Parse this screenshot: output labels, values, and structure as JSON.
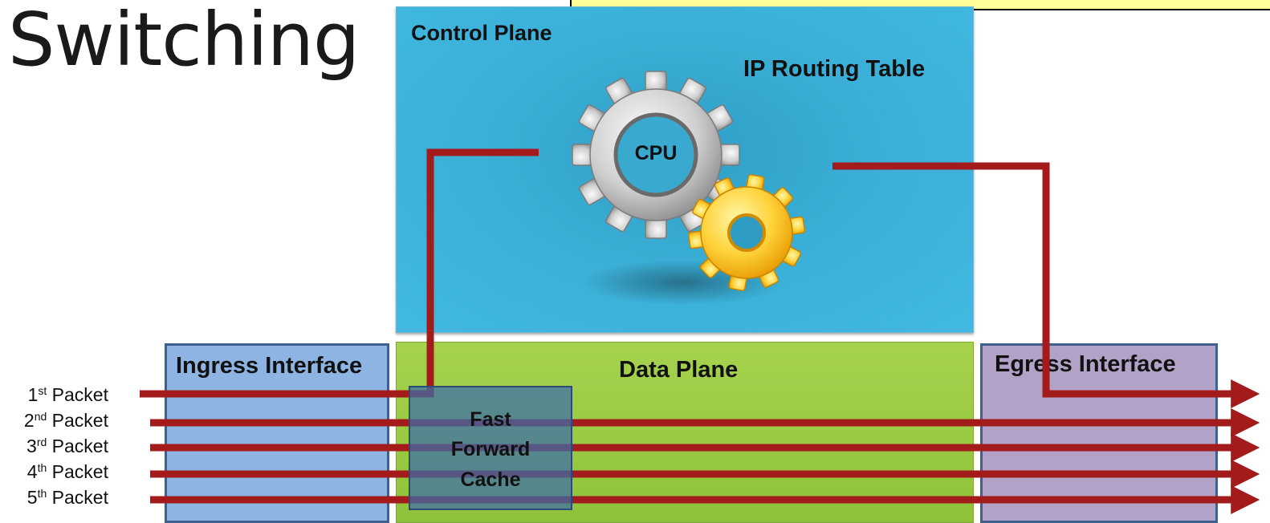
{
  "slide": {
    "title": "Switching",
    "control_plane_label": "Control Plane",
    "routing_table_label": "IP Routing Table",
    "cpu_label": "CPU",
    "ingress_label": "Ingress Interface",
    "data_plane_label": "Data Plane",
    "egress_label": "Egress Interface",
    "cache_lines": [
      "Fast",
      "Forward",
      "Cache"
    ]
  },
  "packets": [
    {
      "num": "1",
      "suffix": "st",
      "word": " Packet"
    },
    {
      "num": "2",
      "suffix": "nd",
      "word": " Packet"
    },
    {
      "num": "3",
      "suffix": "rd",
      "word": " Packet"
    },
    {
      "num": "4",
      "suffix": "th",
      "word": " Packet"
    },
    {
      "num": "5",
      "suffix": "th",
      "word": " Packet"
    }
  ],
  "icons": [
    "large-gear-icon",
    "small-gear-icon"
  ],
  "colors": {
    "control_plane": "#3ab0d8",
    "data_plane": "#9acb45",
    "ingress": "#8db4e2",
    "egress": "#b3a2c7",
    "packet_path": "#a31b1b",
    "callout": "#ffff99"
  }
}
